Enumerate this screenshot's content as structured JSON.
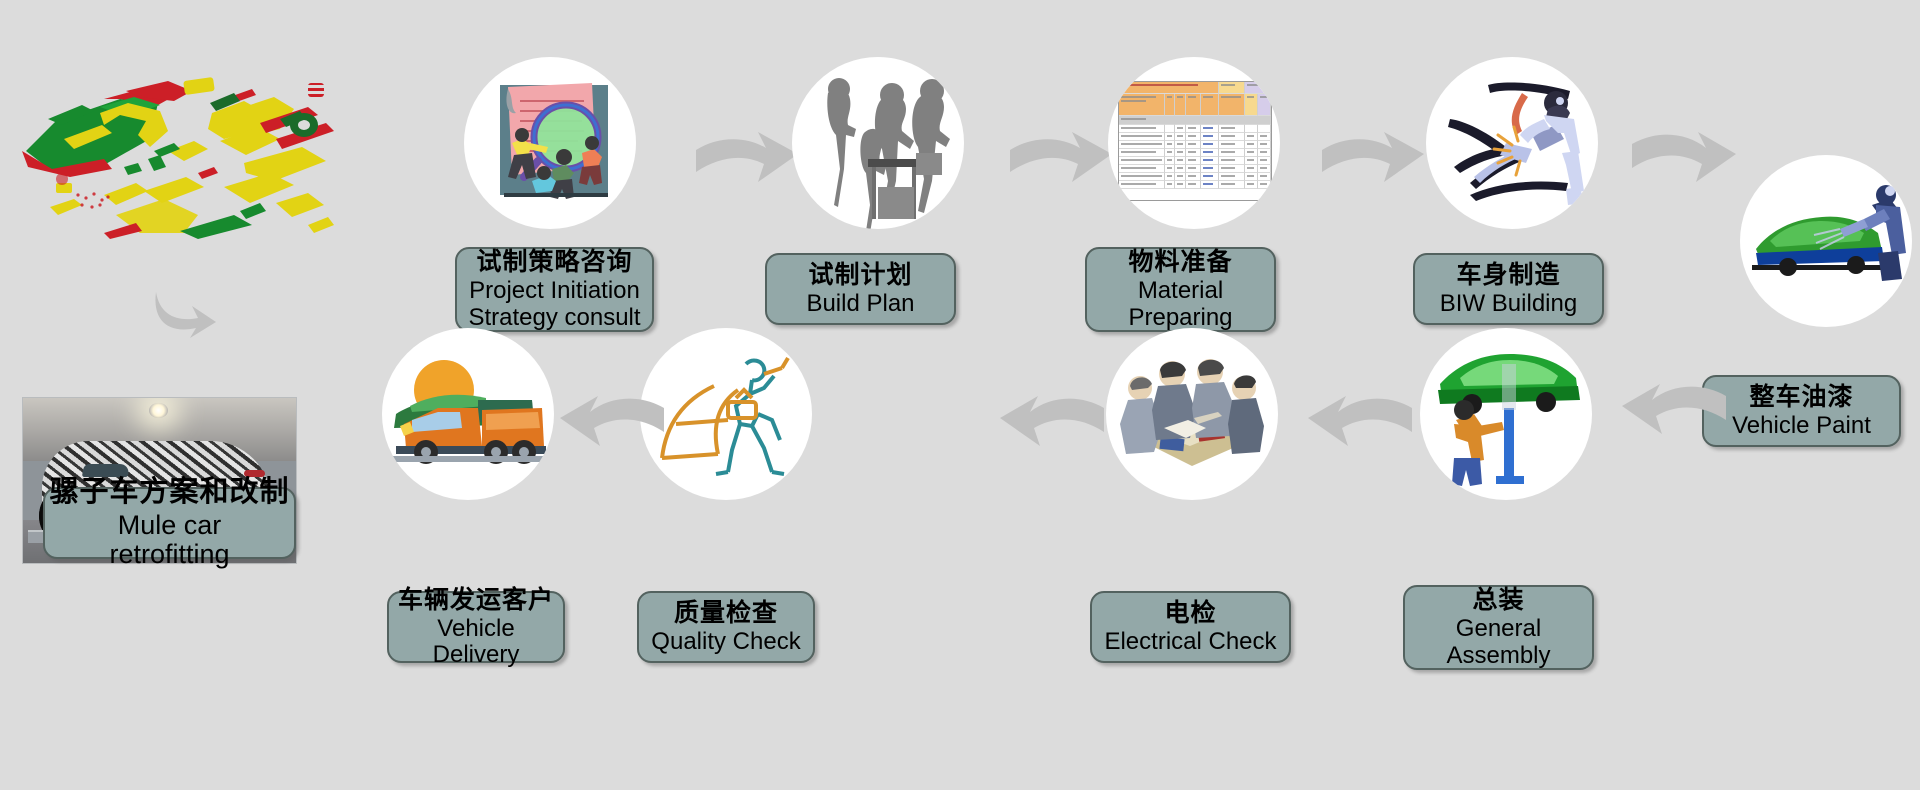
{
  "diagram": {
    "title": "Vehicle Prototype Build Process Flow",
    "background_color": "#dcdcdc",
    "plaque_fill": "#93a8a8",
    "plaque_border": "#53625f",
    "arrow_color": "#c0c0c0",
    "medallion_fill": "#ffffff"
  },
  "steps": [
    {
      "id": "mule-car-retrofitting",
      "cn": "骡子车方案和改制",
      "en": "Mule car retrofitting",
      "icon": "mule-car-photo"
    },
    {
      "id": "project-initiation",
      "cn": "试制策略咨询",
      "en": "Project Initiation\nStrategy consult",
      "icon": "document-magnifier-team-icon"
    },
    {
      "id": "build-plan",
      "cn": "试制计划",
      "en": "Build  Plan",
      "icon": "people-silhouettes-meeting-icon"
    },
    {
      "id": "material-preparing",
      "cn": "物料准备",
      "en": "Material\nPreparing",
      "icon": "spreadsheet-bom-icon"
    },
    {
      "id": "biw-building",
      "cn": "车身制造",
      "en": "BIW Building",
      "icon": "welder-sparks-icon"
    },
    {
      "id": "vehicle-paint",
      "cn": "整车油漆",
      "en": "Vehicle Paint",
      "icon": "spray-painter-green-car-icon"
    },
    {
      "id": "general-assembly",
      "cn": "总装",
      "en": "General\nAssembly",
      "icon": "car-on-lift-mechanic-icon"
    },
    {
      "id": "electrical-check",
      "cn": "电检",
      "en": "Electrical Check",
      "icon": "engineers-review-table-icon"
    },
    {
      "id": "quality-check",
      "cn": "质量检查",
      "en": "Quality Check",
      "icon": "inspector-body-panel-icon"
    },
    {
      "id": "vehicle-delivery",
      "cn": "车辆发运客户",
      "en": "Vehicle Delivery",
      "icon": "truck-transport-icon"
    }
  ],
  "top_left_graphic": {
    "id": "exploded-cad-view",
    "description": "Exploded CAD assembly of a car in red, green and yellow"
  },
  "arrows": [
    {
      "id": "arrow-cad-to-mule",
      "direction": "down"
    },
    {
      "id": "arrow-initiation-to-plan",
      "direction": "right"
    },
    {
      "id": "arrow-plan-to-material",
      "direction": "right"
    },
    {
      "id": "arrow-material-to-biw",
      "direction": "right"
    },
    {
      "id": "arrow-biw-to-paint",
      "direction": "right-down"
    },
    {
      "id": "arrow-paint-to-assembly",
      "direction": "left"
    },
    {
      "id": "arrow-assembly-to-electrical",
      "direction": "left"
    },
    {
      "id": "arrow-electrical-to-quality",
      "direction": "left"
    },
    {
      "id": "arrow-quality-to-delivery",
      "direction": "left"
    }
  ]
}
